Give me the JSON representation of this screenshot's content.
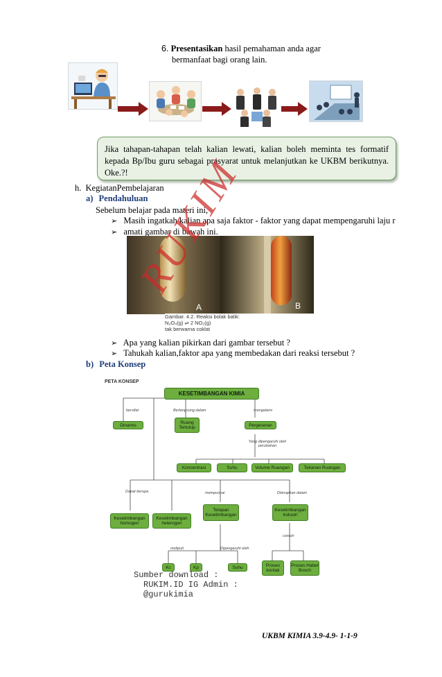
{
  "step6": {
    "number": "6.",
    "bold": "Presentasikan",
    "line1_rest": "hasil pemahaman  anda agar",
    "line2": "bermanfaat  bagi orang lain."
  },
  "infobox": {
    "text": "Jika  tahapan-tahapan  telah  kalian  lewati,  kalian  boleh  meminta  tes  formatif kepada  Bp/Ibu  guru  sebagai  prasyarat  untuk  melanjutkan  ke  UKBM  berikutnya. Oke.?!"
  },
  "section_h": {
    "label": "h.",
    "title": "KegiatanPembelajaran",
    "a_label": "a)",
    "a_title": "Pendahuluan",
    "intro": "Sebelum  belajar  pada materi  ini,",
    "bullet1": "Masih    ingatkah    kalian    apa  saja  faktor   -  faktor   yang   dapat mempengaruhi  laju r",
    "bullet2": "amati  gambar  di bawah ini.",
    "bullet3": "Apa yang  kalian  pikirkan  dari gambar  tersebut  ?",
    "bullet4": "Tahukah  kalian,faktor  apa yang  membedakan  dari reaksi tersebut  ?",
    "b_label": "b)",
    "b_title": "Peta Konsep"
  },
  "photo": {
    "label_a": "A",
    "label_b": "B",
    "caption_line1": "Gambar. 4.2. Reaksi bolak balik:",
    "caption_line2": "N₂O₄(g)          ⇌        2 NO₂(g)",
    "caption_line3": "tak berwarna                      coklat"
  },
  "concept_map": {
    "heading": "PETA KONSEP",
    "root": "KESETIMBANGAN KIMIA",
    "nodes": {
      "dinamis": "Dinamis",
      "ruang_tertutup": "Ruang Tertutup",
      "pergeseran": "Pergeseran",
      "konsentrasi": "Konsentrasi",
      "suhu1": "Suhu",
      "volume": "Volume Ruangan",
      "tekanan": "Tekanan Ruangan",
      "homogen": "Kesetimbangan homogen",
      "heterogen": "Kesetimbangan heterogen",
      "tetapan": "Tetapan Kesetimbangan",
      "industri": "Kesetimbangan Industri",
      "kc": "Kc",
      "kp": "Kp",
      "suhu2": "Suhu",
      "kontak": "Proses kontak",
      "haber": "Proses Haber Bosch"
    },
    "labels": {
      "bersifat": "bersifat",
      "berlangsung": "Berlangsung dalam",
      "mengalami": "mengalami",
      "dipengaruhi": "Yang dipengaruhi oleh perubahan",
      "dapat_berupa": "Dapat berupa",
      "mempunyai": "mempunyai",
      "diterapkan": "Diterapkan dalam",
      "meliputi": "meliputi",
      "dipengaruhi_oleh": "Dipengaruhi oleh",
      "contoh": "contoh"
    },
    "colors": {
      "node": "#6dae3e",
      "root": "#6dae3e",
      "line": "#444444"
    }
  },
  "watermark": {
    "text": "RUKIM"
  },
  "source": {
    "line1": "Sumber download :",
    "line2": "RUKIM.ID IG Admin :",
    "line3": "@gurukimia"
  },
  "footer": {
    "text": "UKBM KIMIA 3.9-4.9- 1-1-9"
  }
}
